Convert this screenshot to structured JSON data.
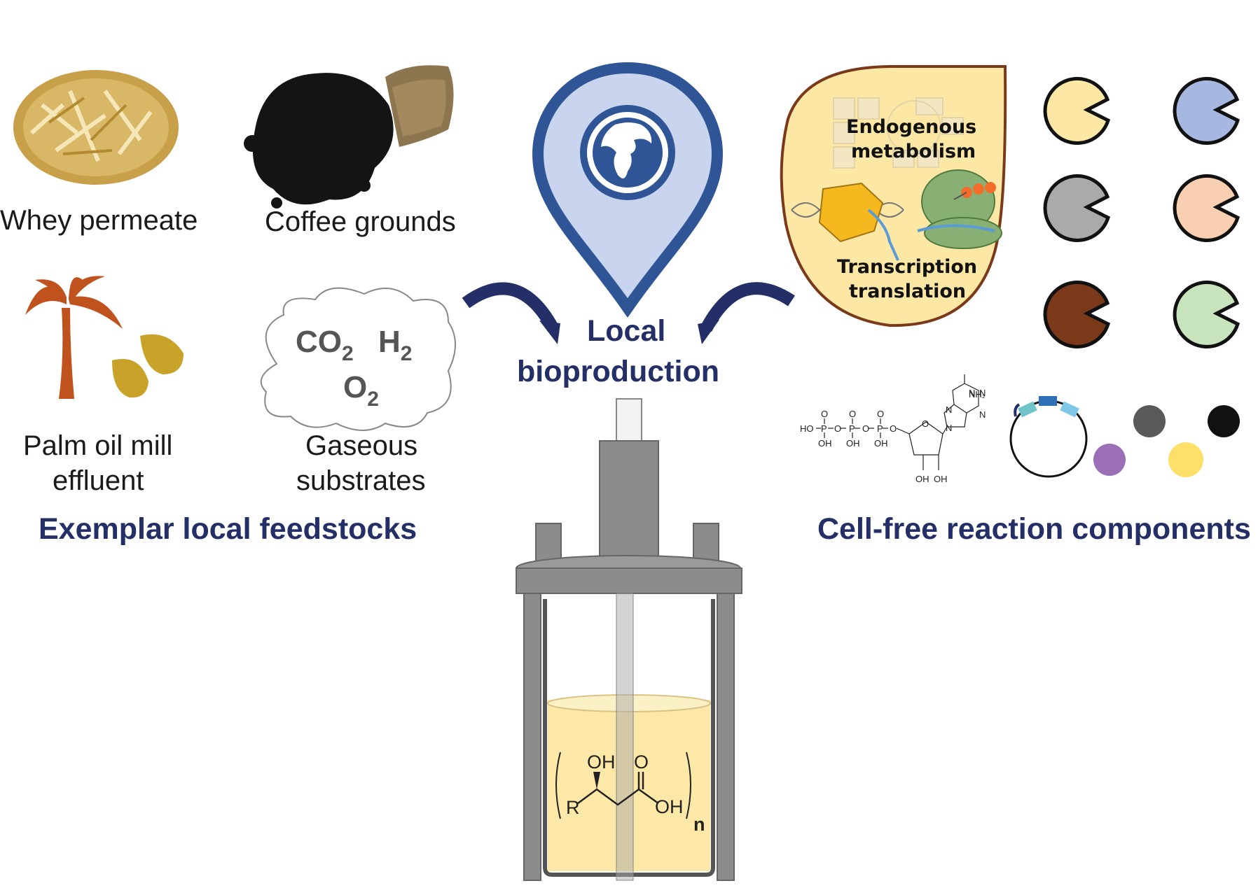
{
  "feedstocks": {
    "heading": "Exemplar local feedstocks",
    "whey_label": "Whey permeate",
    "coffee_label": "Coffee grounds",
    "palm_label_line1": "Palm oil mill",
    "palm_label_line2": "effluent",
    "gas_label_line1": "Gaseous",
    "gas_label_line2": "substrates",
    "gases": {
      "co": "CO",
      "co_sub": "2",
      "h": "H",
      "h_sub": "2",
      "o": "O",
      "o_sub": "2"
    }
  },
  "center": {
    "title_line1": "Local",
    "title_line2": "bioproduction"
  },
  "cellfree": {
    "heading": "Cell-free reaction components",
    "metabolism_line1": "Endogenous",
    "metabolism_line2": "metabolism",
    "txtl_line1": "Transcription",
    "txtl_line2": "translation",
    "atp": {
      "ho": "HO",
      "p": "P",
      "o": "O",
      "oh": "OH",
      "nh2": "NH₂",
      "n": "N"
    }
  },
  "product": {
    "oh_top": "OH",
    "o_top": "O",
    "r": "R",
    "oh_right": "OH",
    "n": "n"
  },
  "colors": {
    "navy": "#232f66",
    "pin_blue": "#2f5597",
    "pin_fill": "#c9d4ee",
    "cell_fill": "#fce7a5",
    "cell_border": "#7a3a1a",
    "palm": "#c0521e",
    "oil_drop": "#c9a22a",
    "liquid": "#fde8a8",
    "pacman": [
      "#fce7a5",
      "#a6b8e0",
      "#aaaaaa",
      "#f8cfb0",
      "#7a3a1a",
      "#c8e4bd"
    ],
    "dots": [
      "#5a5a5a",
      "#111111",
      "#9b6fb8",
      "#fde06a"
    ]
  }
}
